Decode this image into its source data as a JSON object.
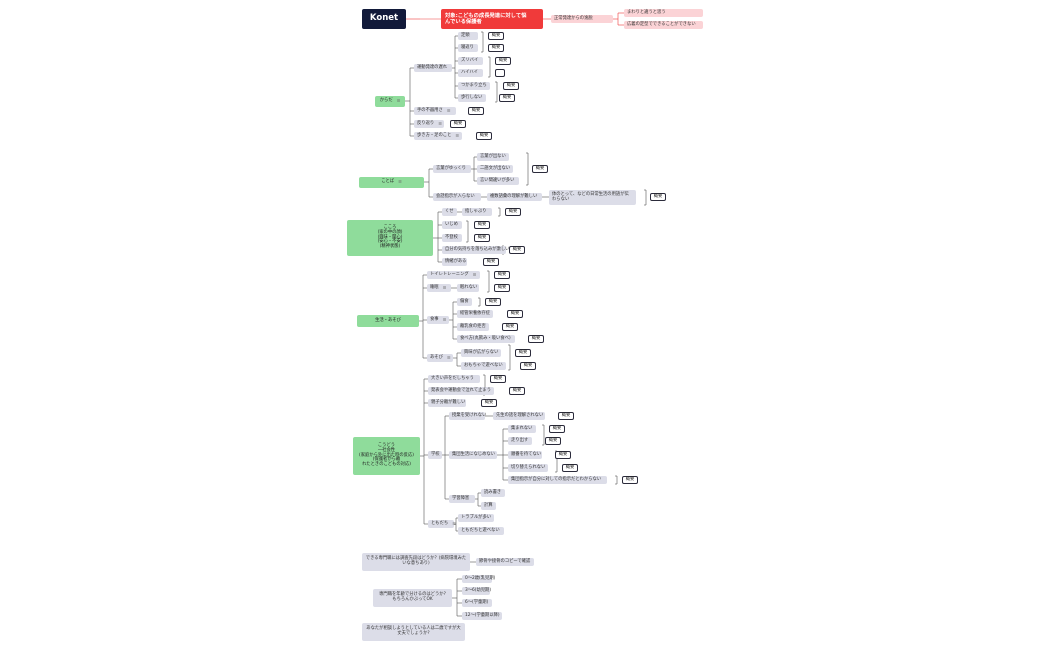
{
  "logo": "Konet",
  "root": "対象:こどもの成長発達に対して悩\nんでいる保護者",
  "root_child": "正常発達からの逸脱",
  "root_leaves": [
    "まわりと違うと思う",
    "広義の定型でできることができない"
  ],
  "badge": "概要",
  "body": {
    "label": "からだ",
    "groups": [
      {
        "label": "運動発達の遅れ",
        "items": [
          "定頸",
          "寝返り",
          "ズリバイ",
          "ハイハイ",
          "つかまり立ち",
          "歩行しない"
        ]
      },
      {
        "label": "手の不器用さ"
      },
      {
        "label": "反り返り"
      },
      {
        "label": "歩き方・足のこと"
      }
    ]
  },
  "lang": {
    "label": "ことば",
    "group1": {
      "label": "言葉がゆっくり",
      "items": [
        "言葉が出ない",
        "二語文が出ない",
        "言い間違いが多い"
      ]
    },
    "group2": {
      "label": "会話指示が入らない",
      "child": "複数語彙の理解が難しい",
      "leaf": "体のとって、などの日常生活の用語が伝わらない"
    }
  },
  "mind": {
    "label": "こころ\n(家の中の顔)\n(興味・関心)\n(安心・不安)\n(精神状態)",
    "items": [
      "くせ",
      "いじめ",
      "不登校",
      "自分の気持ちを落ち込みが激しい",
      "情緒がある"
    ],
    "sub": "指しゃぶり"
  },
  "life": {
    "label": "生活・あそび",
    "toilet": "トイレトレーニング",
    "sleep": "睡眠",
    "sleep_child": "眠れない",
    "meal": "食事",
    "meal_items": [
      "偏食",
      "経管栄養依存症",
      "離乳食の拒否",
      "食べ方(丸飲み・吸い食べ)"
    ],
    "play": "あそび",
    "play_items": [
      "興味が広がらない",
      "おもちゃで遊べない"
    ]
  },
  "behav": {
    "label": "こうどう\n一社会性\n(家庭から外に出た時の反応)\n(保護者から離\nれたときのこどもの対応)",
    "top_items": [
      "大きい声をだしちゃう",
      "発表会や運動会で泣れて止まう",
      "親子分離が難しい"
    ],
    "school": "学校",
    "class": "授業を受けれない",
    "class_child": "先生の話を理解されない",
    "group": "集団生活になじめない",
    "group_items": [
      "集まれない",
      "走り出す",
      "順番を待てない",
      "切り替えられない",
      "集団指示が自分に対しての指示だとわからない"
    ],
    "learn": "学習障害",
    "learn_items": [
      "読み書き",
      "計算"
    ],
    "friend": "ともだち",
    "friend_items": [
      "トラブルが多い",
      "ともだちと遊べない"
    ]
  },
  "bottom": {
    "q1": "できる専門職には調査先段はどうか？(病院環境みたいな意ちあり)",
    "q1_child": "節骨や接骨のコピーで確認",
    "q2": "専門職を年齢で分けるのはどうか?\nもちろんかぶってOK",
    "q2_items": [
      "0～2歳(乳児期)",
      "3～6(幼児期)",
      "6～(学童期)",
      "12～(学童期以降)"
    ],
    "q3": "あなたが相談しようとしている人は二歳ですが大丈夫でしょうか?"
  }
}
